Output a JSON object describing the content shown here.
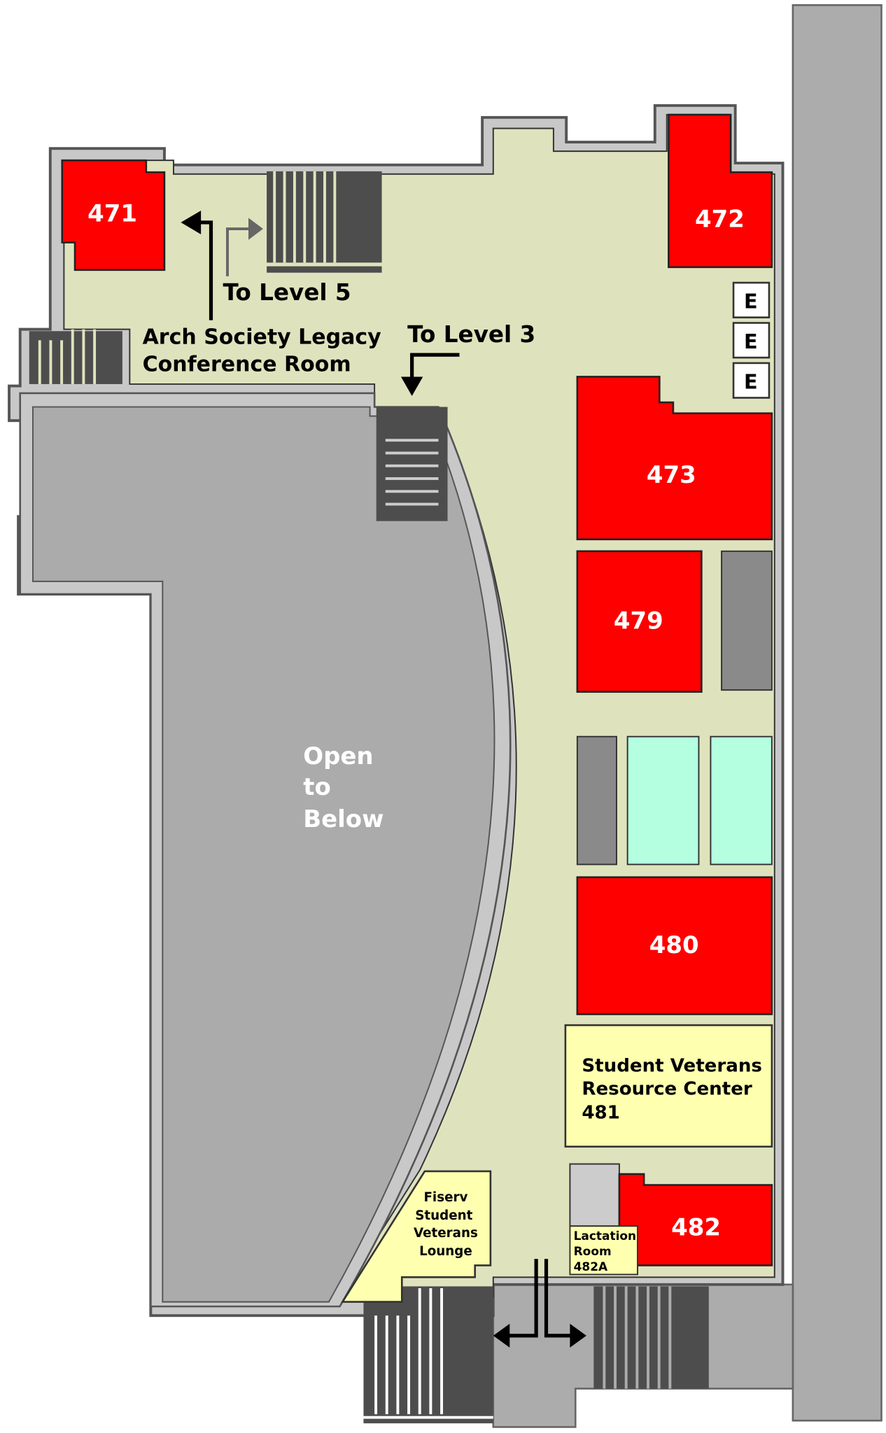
{
  "colors": {
    "corridor": "#dfe3bd",
    "classroom": "#ff0000",
    "special_room": "#ffffb0",
    "restroom": "#b3ffe0",
    "service": "#8a8a8a",
    "open_to_below": "#ababab",
    "wall": "#c8c8c8",
    "stairs": "#4d4d4d"
  },
  "rooms": {
    "r471": "471",
    "r472": "472",
    "r473": "473",
    "r479": "479",
    "r480": "480",
    "r482": "482"
  },
  "elevators": [
    "E",
    "E",
    "E"
  ],
  "labels": {
    "to_level_5": "To Level 5",
    "to_level_3": "To Level 3",
    "arch_line1": "Arch Society Legacy",
    "arch_line2": "Conference Room",
    "open_line1": "Open",
    "open_line2": "to",
    "open_line3": "Below",
    "svrc_line1": "Student Veterans",
    "svrc_line2": "Resource Center",
    "svrc_line3": "481",
    "lounge_line1": "Fiserv",
    "lounge_line2": "Student",
    "lounge_line3": "Veterans",
    "lounge_line4": "Lounge",
    "lact_line1": "Lactation",
    "lact_line2": "Room",
    "lact_line3": "482A"
  },
  "icons": [
    "arrow-left-icon",
    "arrow-right-icon",
    "arrow-down-icon",
    "arrow-split-icon",
    "stairs-icon"
  ]
}
